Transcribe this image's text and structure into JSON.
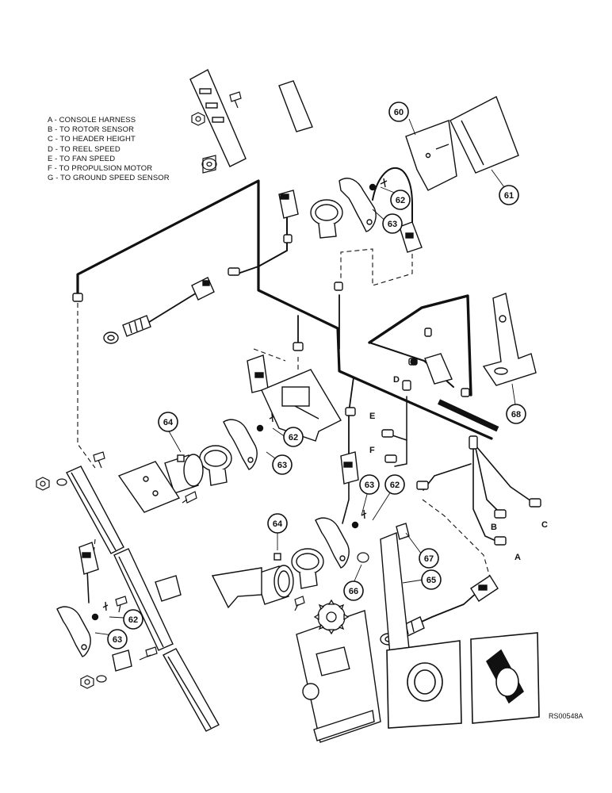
{
  "legend": [
    "A - CONSOLE HARNESS",
    "B - TO ROTOR SENSOR",
    "C - TO HEADER HEIGHT",
    "D - TO REEL SPEED",
    "E - TO FAN SPEED",
    "F - TO PROPULSION MOTOR",
    "G - TO GROUND SPEED SENSOR"
  ],
  "callouts": {
    "c60": "60",
    "c61": "61",
    "c62a": "62",
    "c63a": "63",
    "c62b": "62",
    "c63b": "63",
    "c64a": "64",
    "c63c": "63",
    "c62c": "62",
    "c67": "67",
    "c65": "65",
    "c66": "66",
    "c64b": "64",
    "c62d": "62",
    "c63d": "63",
    "c68": "68"
  },
  "harness_letters": {
    "a": "A",
    "b": "B",
    "c": "C",
    "d": "D",
    "e": "E",
    "f": "F"
  },
  "document_id": "RS00548A"
}
